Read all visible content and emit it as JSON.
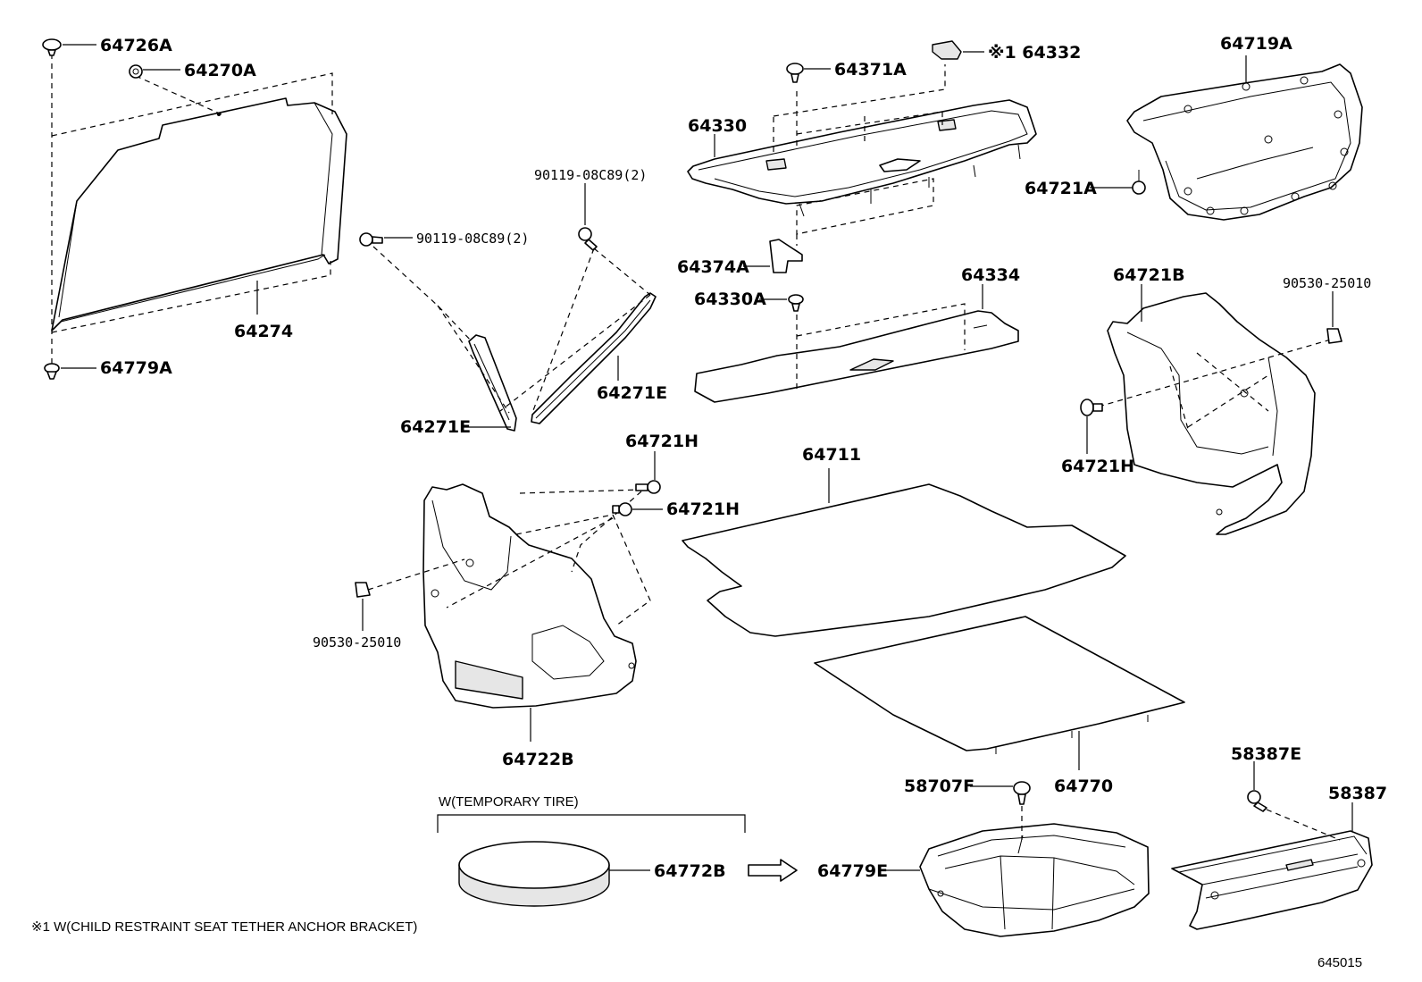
{
  "diagram": {
    "drawing_number": "645015",
    "footnote": "※1 W(CHILD RESTRAINT SEAT TETHER ANCHOR BRACKET)",
    "bracket_note": "W(TEMPORARY TIRE)",
    "labels": {
      "p64726A": "64726A",
      "p64270A": "64270A",
      "p64274": "64274",
      "p64779A": "64779A",
      "p90119_left": "90119-08C89(2)",
      "p90119_right": "90119-08C89(2)",
      "p64271E_left": "64271E",
      "p64271E_right": "64271E",
      "p64371A": "64371A",
      "p64332": "※1 64332",
      "p64330": "64330",
      "p64374A": "64374A",
      "p64330A": "64330A",
      "p64334": "64334",
      "p64719A": "64719A",
      "p64721A": "64721A",
      "p64721B": "64721B",
      "p90530_right": "90530-25010",
      "p64721H_right": "64721H",
      "p64721H_top": "64721H",
      "p64721H_mid": "64721H",
      "p90530_left": "90530-25010",
      "p64722B": "64722B",
      "p64711": "64711",
      "p64770": "64770",
      "p58707F": "58707F",
      "p64772B": "64772B",
      "p64779E": "64779E",
      "p58387E": "58387E",
      "p58387": "58387"
    }
  }
}
